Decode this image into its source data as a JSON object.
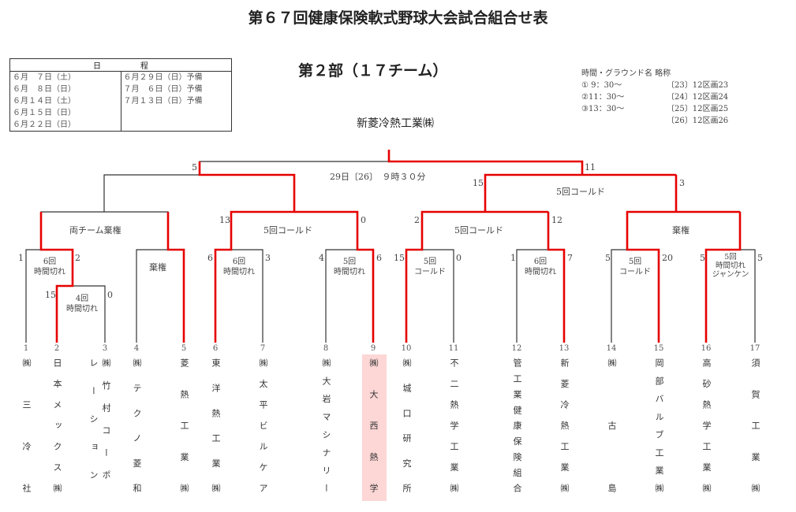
{
  "title": "第６７回健康保険軟式野球大会試合組合せ表",
  "subtitle": "第２部（１７チーム）",
  "champion": "新菱冷熱工業㈱",
  "schedule": {
    "header": "日　　　　　程",
    "left": [
      "６月　７日（土）",
      "６月　８日（日）",
      "６月１４日（土）",
      "６月１５日（日）",
      "６月２２日（日）"
    ],
    "right": [
      "６月２９日（日）予備",
      "７月　６日（日）予備",
      "７月１３日（日）予備"
    ]
  },
  "legend": {
    "header": "時間・グラウンド名 略称",
    "times": [
      "① 9：30〜",
      "②11：30〜",
      "③13：30〜",
      ""
    ],
    "grounds": [
      "〔23〕12区画23",
      "〔24〕12区画24",
      "〔25〕12区画25",
      "〔26〕12区画26"
    ]
  },
  "final_info": "29日〔26〕　９時３０分",
  "teams": [
    {
      "no": "1",
      "name": "㈱三冷社"
    },
    {
      "no": "2",
      "name": "日本メックス㈱"
    },
    {
      "no": "3",
      "name": "㈱竹村コーポレーション"
    },
    {
      "no": "4",
      "name": "㈱テクノ菱和"
    },
    {
      "no": "5",
      "name": "菱熱工業㈱"
    },
    {
      "no": "6",
      "name": "東洋熱工業㈱"
    },
    {
      "no": "7",
      "name": "㈱太平ビルケア"
    },
    {
      "no": "8",
      "name": "㈱大岩マシナリー"
    },
    {
      "no": "9",
      "name": "㈱大西熱学"
    },
    {
      "no": "10",
      "name": "㈱城口研究所"
    },
    {
      "no": "11",
      "name": "不二熱学工業㈱"
    },
    {
      "no": "12",
      "name": "管工業健康保険組合"
    },
    {
      "no": "13",
      "name": "新菱冷熱工業㈱"
    },
    {
      "no": "14",
      "name": "㈱古島"
    },
    {
      "no": "15",
      "name": "岡部バルブ工業㈱"
    },
    {
      "no": "16",
      "name": "高砂熱学工業㈱"
    },
    {
      "no": "17",
      "name": "須賀工業㈱"
    }
  ],
  "scores": {
    "final_l": "5",
    "final_r": "11",
    "sf_l_l": "13",
    "sf_l_r": "0",
    "sf_r_l": "15",
    "sf_r_r": "3",
    "q3_l": "2",
    "q3_r": "12",
    "m1_l": "1",
    "m1_r": "2",
    "m23_l": "15",
    "m23_r": "0",
    "m67_l": "6",
    "m67_r": "3",
    "m89_l": "4",
    "m89_r": "6",
    "m1011_l": "15",
    "m1011_r": "0",
    "m1213_l": "1",
    "m1213_r": "7",
    "m1415_l": "5",
    "m1415_r": "20",
    "m1617_l": "5",
    "m1617_r": "5"
  },
  "notes": {
    "both_forfeit": "両チーム棄権",
    "forfeit": "棄権",
    "forfeit2": "棄権",
    "sf_l": "5回コールド",
    "sf_r": "5回コールド",
    "q3": "5回コールド",
    "m1": "6回\n時間切れ",
    "m23": "4回\n時間切れ",
    "m67": "6回\n時間切れ",
    "m89": "5回\n時間切れ",
    "m1011": "5回\nコールド",
    "m1213": "6回\n時間切れ",
    "m1415": "5回\nコールド",
    "m1617": "5回\n時間切れ\nジャンケン"
  },
  "colors": {
    "winner_line": "#e60000",
    "highlight": "#fdd6d6"
  }
}
